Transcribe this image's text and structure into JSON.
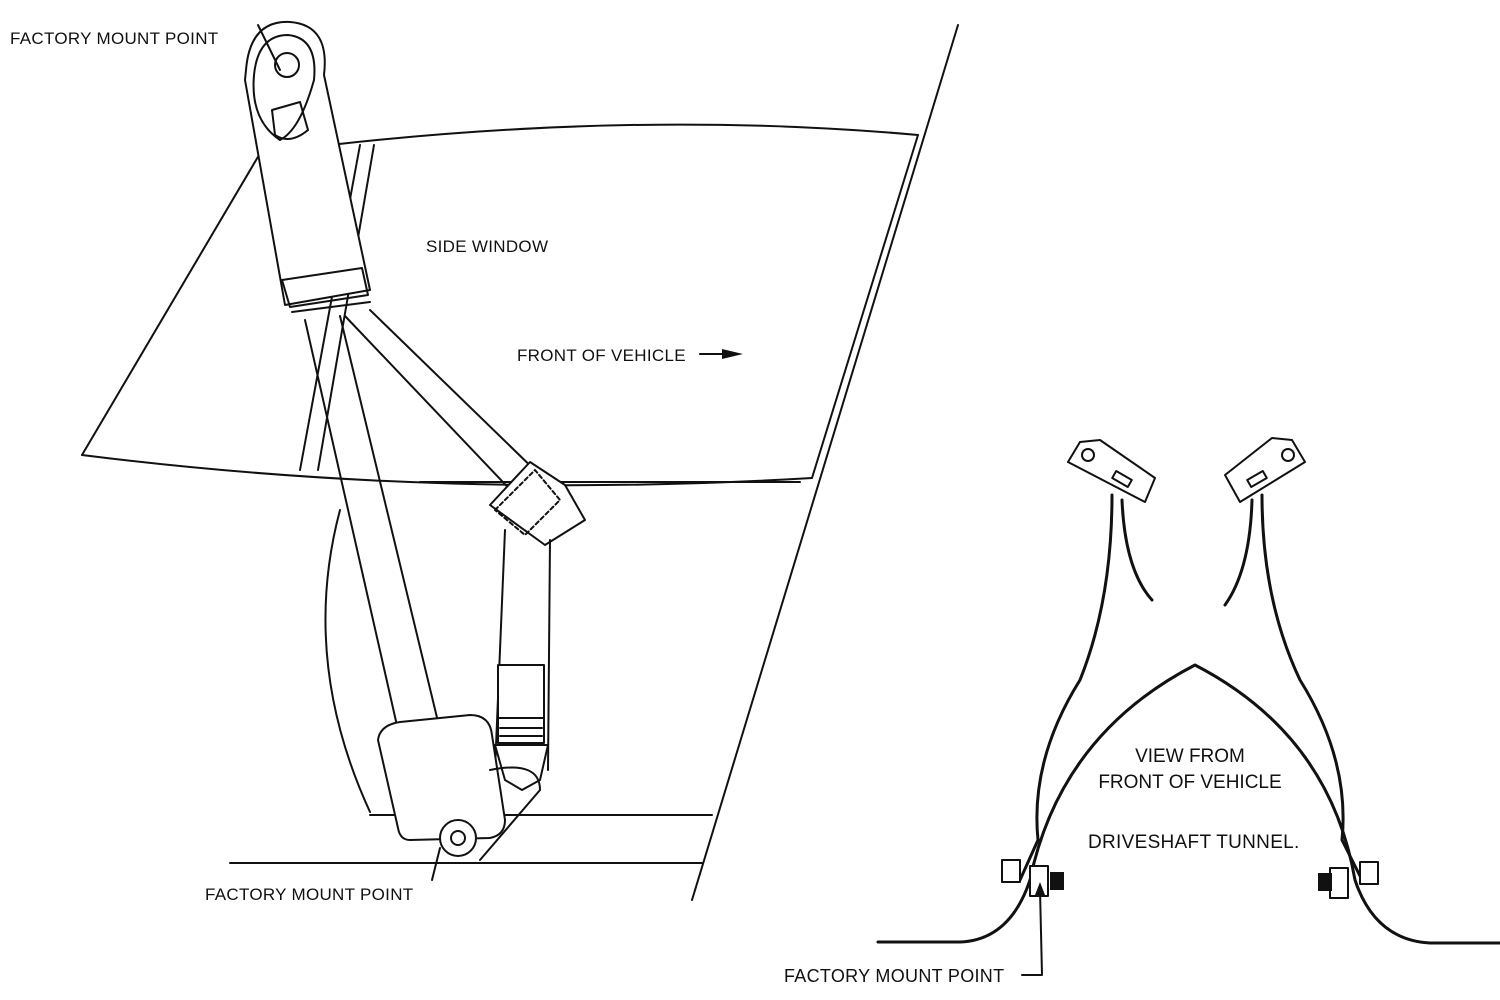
{
  "side_view": {
    "top_mount_label": "FACTORY MOUNT POINT",
    "window_label": "SIDE WINDOW",
    "direction_label": "FRONT OF VEHICLE",
    "bottom_mount_label": "FACTORY MOUNT POINT"
  },
  "front_view": {
    "view_label_line1": "VIEW FROM",
    "view_label_line2": "FRONT OF VEHICLE",
    "tunnel_label": "DRIVESHAFT TUNNEL.",
    "mount_label": "FACTORY MOUNT POINT"
  }
}
